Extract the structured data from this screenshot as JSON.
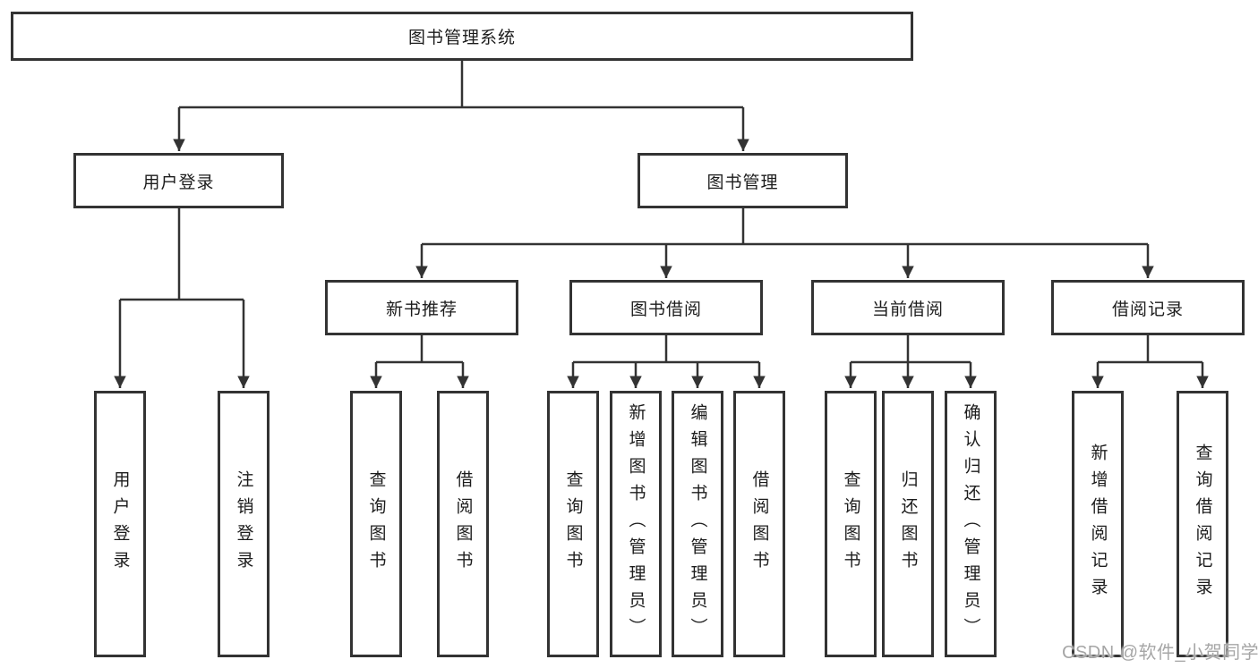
{
  "tree": {
    "label": "图书管理系统",
    "children": [
      {
        "label": "用户登录",
        "children": [
          {
            "label": "用户登录"
          },
          {
            "label": "注销登录"
          }
        ]
      },
      {
        "label": "图书管理",
        "children": [
          {
            "label": "新书推荐",
            "children": [
              {
                "label": "查询图书"
              },
              {
                "label": "借阅图书"
              }
            ]
          },
          {
            "label": "图书借阅",
            "children": [
              {
                "label": "查询图书"
              },
              {
                "label": "新增图书（管理员）"
              },
              {
                "label": "编辑图书（管理员）"
              },
              {
                "label": "借阅图书"
              }
            ]
          },
          {
            "label": "当前借阅",
            "children": [
              {
                "label": "查询图书"
              },
              {
                "label": "归还图书"
              },
              {
                "label": "确认归还（管理员）"
              }
            ]
          },
          {
            "label": "借阅记录",
            "children": [
              {
                "label": "新增借阅记录"
              },
              {
                "label": "查询借阅记录"
              }
            ]
          }
        ]
      }
    ]
  },
  "watermark": {
    "text": "CSDN @软件_小贺同学"
  },
  "colors": {
    "line": "#333333",
    "box_background": "#ffffff",
    "text": "#1c1c1c",
    "watermark": "#a6a6a6"
  }
}
